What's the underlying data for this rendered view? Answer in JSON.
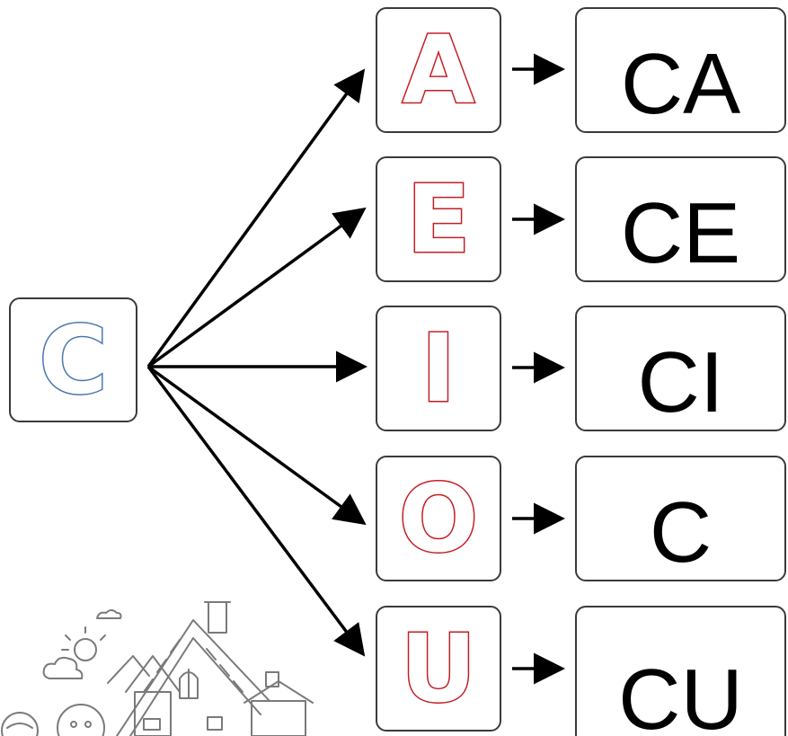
{
  "source": {
    "letter": "C",
    "color": "#4a76b0"
  },
  "vowel_color": "#c41e24",
  "rows": [
    {
      "vowel": "A",
      "syllable": "CA"
    },
    {
      "vowel": "E",
      "syllable": "CE"
    },
    {
      "vowel": "I",
      "syllable": "CI"
    },
    {
      "vowel": "O",
      "syllable": "C"
    },
    {
      "vowel": "U",
      "syllable": "CU"
    }
  ],
  "decoration": {
    "icon": "house-sketch-icon"
  }
}
